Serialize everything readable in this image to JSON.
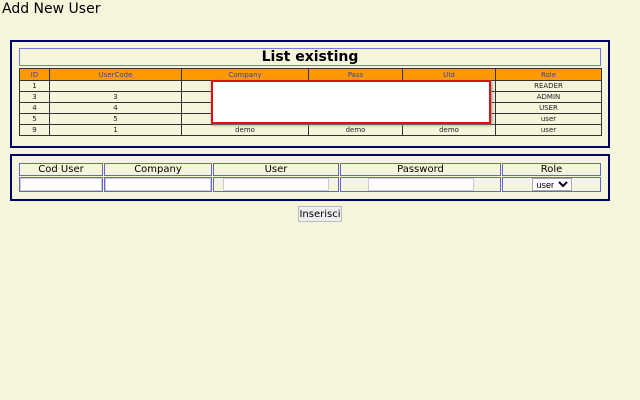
{
  "title": "Add New User",
  "list": {
    "caption": "List existing",
    "headers": [
      "ID",
      "UserCode",
      "Company",
      "Pass",
      "UId",
      "Role"
    ],
    "rows": [
      [
        "1",
        "",
        "",
        "",
        "",
        "READER"
      ],
      [
        "3",
        "3",
        "",
        "",
        "",
        "ADMIN"
      ],
      [
        "4",
        "4",
        "",
        "",
        "",
        "USER"
      ],
      [
        "5",
        "5",
        "",
        "",
        "",
        "user"
      ],
      [
        "9",
        "1",
        "demo",
        "demo",
        "demo",
        "user"
      ]
    ]
  },
  "form": {
    "headers": [
      "Cod User",
      "Company",
      "User",
      "Password",
      "Role"
    ],
    "role_value": "user",
    "submit": "Inserisci"
  }
}
